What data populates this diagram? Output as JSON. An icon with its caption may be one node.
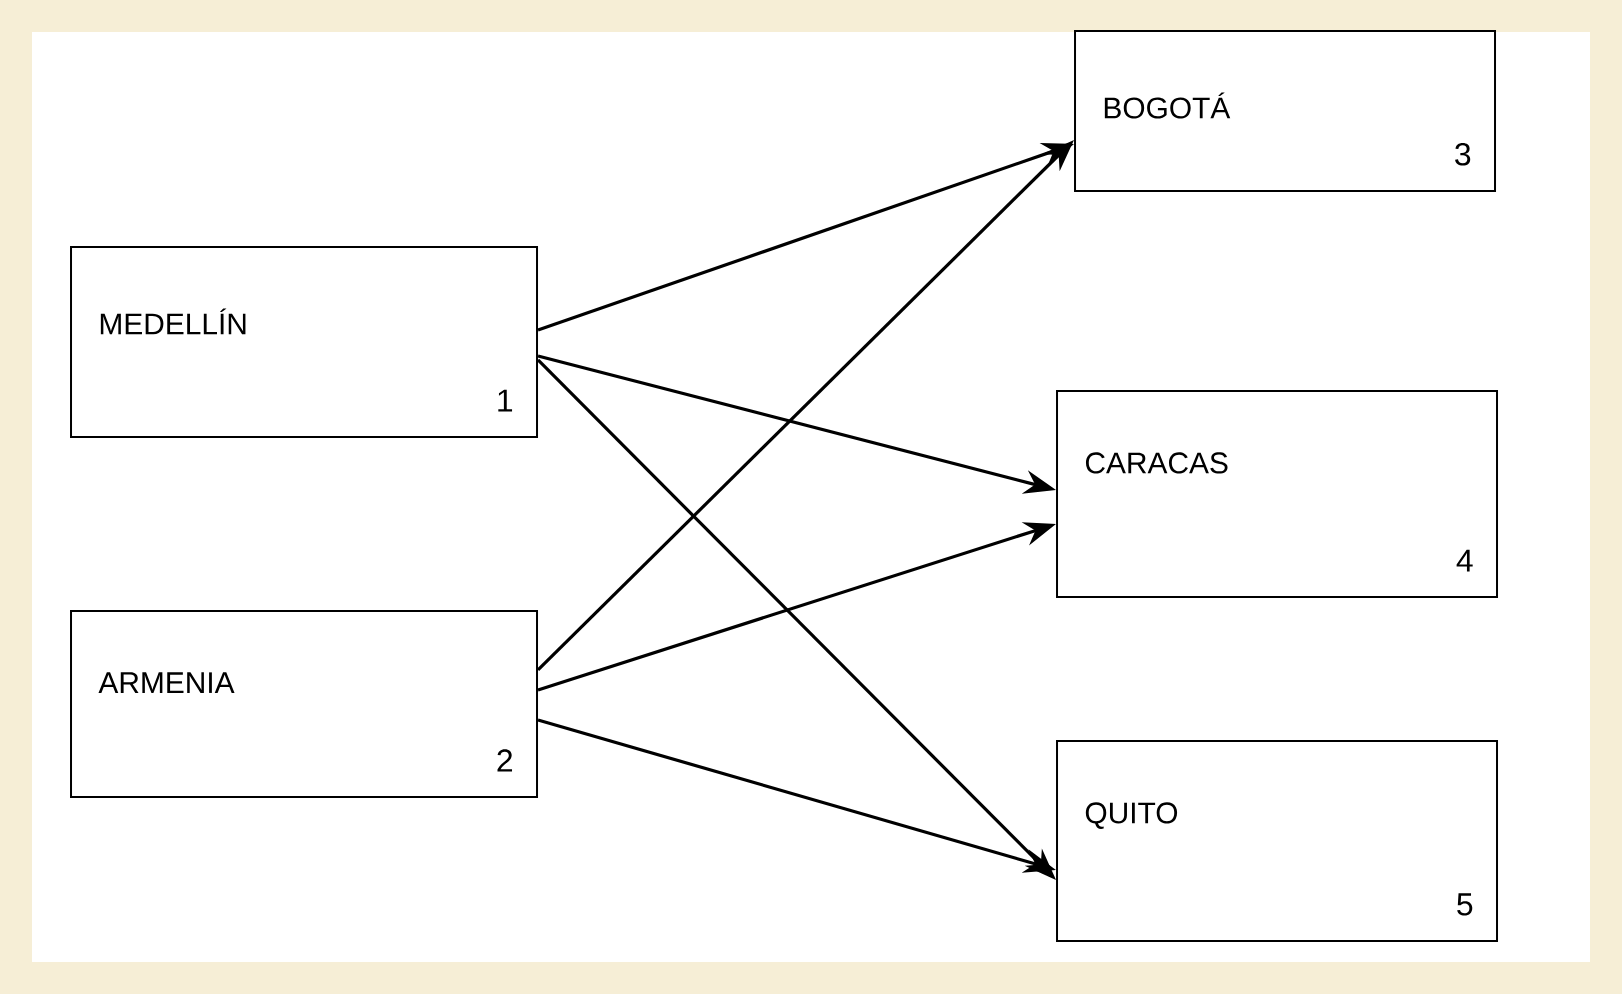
{
  "diagram": {
    "nodes": [
      {
        "text": [
          "MEDELLÍN",
          "1"
        ]
      },
      {
        "text": [
          "ARMENIA",
          "2"
        ]
      },
      {
        "text": [
          "BOGOTÁ",
          "3"
        ]
      },
      {
        "text": [
          "CARACAS",
          "4"
        ]
      },
      {
        "text": [
          "QUITO",
          "5"
        ]
      }
    ],
    "edges": [
      {
        "from": 0,
        "to": 2,
        "arrow": "to"
      },
      {
        "from": 0,
        "to": 3,
        "arrow": "to"
      },
      {
        "from": 0,
        "to": 4,
        "arrow": "to"
      },
      {
        "from": 1,
        "to": 2,
        "arrow": "to"
      },
      {
        "from": 1,
        "to": 3,
        "arrow": "to"
      },
      {
        "from": 1,
        "to": 4,
        "arrow": "to"
      }
    ]
  }
}
